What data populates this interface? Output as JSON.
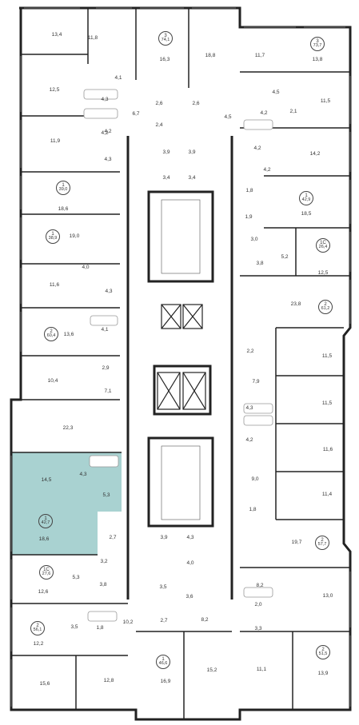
{
  "colors": {
    "wall": "#222",
    "highlight": "#a9d2d1",
    "window": "#666",
    "fixture": "#999"
  },
  "selected_unit": {
    "rooms": 1,
    "area": "42,7"
  },
  "units": [
    {
      "id": "u1",
      "rooms": "3",
      "area": "74,1"
    },
    {
      "id": "u2",
      "rooms": "3",
      "area": "73,7"
    },
    {
      "id": "u3",
      "rooms": "1",
      "area": "39,0"
    },
    {
      "id": "u4",
      "rooms": "1",
      "area": "42,9"
    },
    {
      "id": "u5",
      "rooms": "1",
      "area": "38,9"
    },
    {
      "id": "u6",
      "rooms": "1С",
      "area": "26,4"
    },
    {
      "id": "u7",
      "rooms": "2",
      "area": "61,2"
    },
    {
      "id": "u8",
      "rooms": "2",
      "area": "60,4"
    },
    {
      "id": "u9",
      "rooms": "1",
      "area": "42,7"
    },
    {
      "id": "u10",
      "rooms": "2",
      "area": "57,7"
    },
    {
      "id": "u11",
      "rooms": "1С",
      "area": "27,6"
    },
    {
      "id": "u12",
      "rooms": "2",
      "area": "56,1"
    },
    {
      "id": "u13",
      "rooms": "1",
      "area": "46,6"
    },
    {
      "id": "u14",
      "rooms": "2",
      "area": "51,5"
    }
  ],
  "rooms": [
    "13,4",
    "11,8",
    "16,3",
    "18,8",
    "11,7",
    "13,8",
    "4,1",
    "12,5",
    "4,3",
    "4,2",
    "2,6",
    "2,6",
    "6,7",
    "2,4",
    "4,5",
    "4,5",
    "4,2",
    "11,5",
    "2,1",
    "11,9",
    "4,2",
    "4,2",
    "14,2",
    "4,3",
    "3,9",
    "3,9",
    "3,4",
    "3,4",
    "4,2",
    "18,6",
    "1,8",
    "18,5",
    "19,0",
    "1,9",
    "3,0",
    "5,2",
    "3,8",
    "12,5",
    "4,0",
    "11,6",
    "4,3",
    "23,8",
    "4,1",
    "13,6",
    "2,2",
    "11,5",
    "2,9",
    "7,9",
    "10,4",
    "7,1",
    "11,5",
    "22,3",
    "4,3",
    "4,2",
    "14,5",
    "4,3",
    "11,6",
    "5,3",
    "9,0",
    "11,4",
    "1,8",
    "18,6",
    "2,7",
    "19,7",
    "3,9",
    "4,3",
    "4,0",
    "3,2",
    "12,6",
    "5,3",
    "3,8",
    "8,2",
    "13,0",
    "3,5",
    "3,6",
    "2,0",
    "3,3",
    "3,5",
    "1,8",
    "10,2",
    "2,7",
    "8,2",
    "12,2",
    "15,6",
    "12,8",
    "16,9",
    "15,2",
    "11,1",
    "13,9"
  ]
}
